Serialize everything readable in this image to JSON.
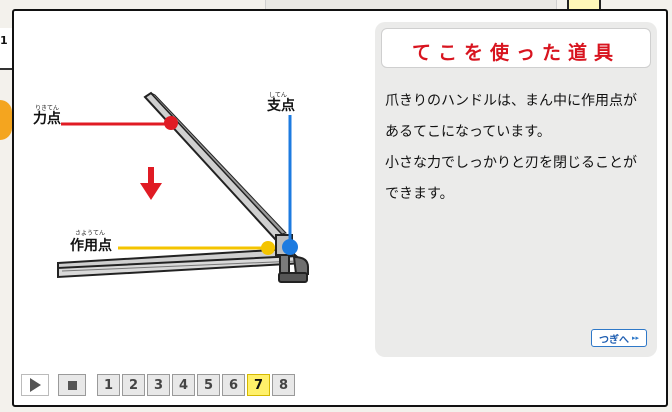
{
  "background": {
    "tab_fragment": "1"
  },
  "panel": {
    "title": "てこを使った道具",
    "paragraphs": [
      "爪きりのハンドルは、まん中に作用点が",
      "あるてこになっています。",
      "小さな力でしっかりと刃を閉じることが",
      "できます。"
    ],
    "next_label": "つぎへ",
    "next_arrow": "▸▸"
  },
  "diagram": {
    "effort_label": "力点",
    "effort_ruby": "りきてん",
    "fulcrum_label": "支点",
    "fulcrum_ruby": "してん",
    "load_label": "作用点",
    "load_ruby": "さようてん"
  },
  "controls": {
    "pages": [
      "1",
      "2",
      "3",
      "4",
      "5",
      "6",
      "7",
      "8"
    ],
    "current_page": "7"
  },
  "colors": {
    "effort": "#e01b24",
    "fulcrum": "#1d7be0",
    "load": "#f4c400",
    "title": "#d8141f",
    "active_page": "#fff06a"
  }
}
